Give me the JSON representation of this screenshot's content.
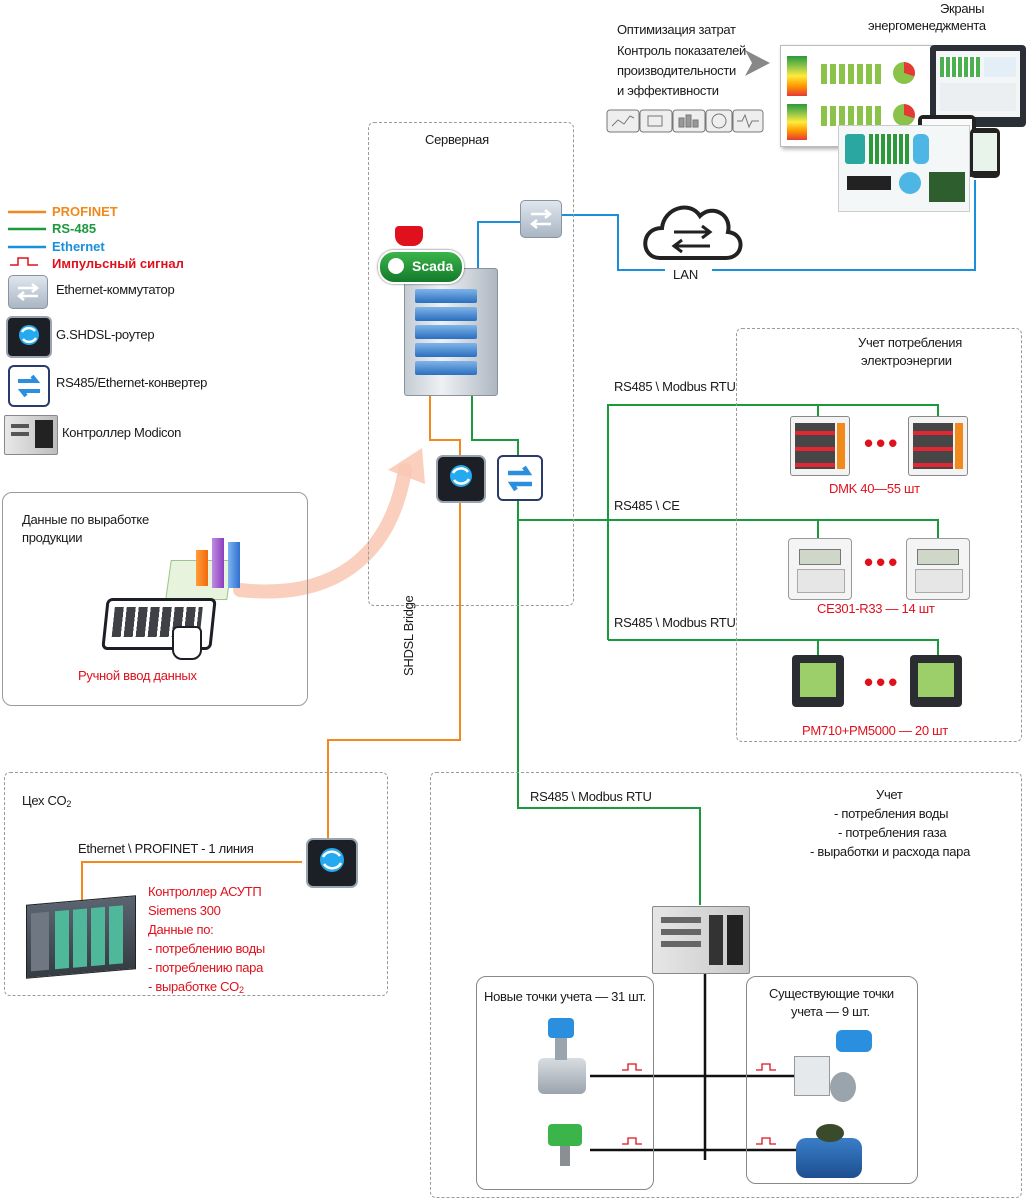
{
  "legend": {
    "profinet": "PROFINET",
    "rs485": "RS-485",
    "ethernet": "Ethernet",
    "pulse": "Импульсный сигнал",
    "ethernet_switch": "Ethernet-коммутатор",
    "shdsl_router": "G.SHDSL-роутер",
    "converter": "RS485/Ethernet-конвертер",
    "modicon": "Контроллер Modicon"
  },
  "top": {
    "optimization_text": [
      "Оптимизация затрат",
      "Контроль показателей",
      "производительности",
      "и эффективности"
    ],
    "screens_title": [
      "Экраны",
      "энергоменеджмента"
    ],
    "lan": "LAN"
  },
  "server": {
    "title": "Серверная",
    "scada": "Scada"
  },
  "production": {
    "title": [
      "Данные по выработке",
      "продукции"
    ],
    "manual": "Ручной ввод данных"
  },
  "electricity": {
    "title": [
      "Учет потребления",
      "электроэнергии"
    ],
    "bus1": "RS485 \\ Modbus RTU",
    "bus2": "RS485 \\ CE",
    "bus3": "RS485 \\ Modbus RTU",
    "meter1": "DMK 40—55 шт",
    "meter2": "CE301-R33 — 14 шт",
    "meter3": "PM710+PM5000 — 20 шт"
  },
  "shdsl_bridge": "SHDSL Bridge",
  "workshop": {
    "title": "Цех CO",
    "title_sub": "2",
    "line": "Ethernet \\ PROFINET - 1 линия",
    "controller": [
      "Контроллер АСУТП",
      "Siemens 300",
      "Данные по:",
      "- потреблению воды",
      "- потреблению пара",
      "- выработке CO"
    ],
    "controller_sub": "2"
  },
  "accounting": {
    "bus": "RS485 \\ Modbus RTU",
    "title": [
      "Учет",
      "- потребления воды",
      "- потребления газа",
      "- выработки и расхода пара"
    ],
    "new_points": "Новые точки учета — 31 шт.",
    "existing_points": [
      "Существующие точки",
      "учета — 9 шт."
    ]
  },
  "colors": {
    "profinet": "#f08a1c",
    "rs485": "#1a9a3c",
    "ethernet": "#1a8fdc",
    "pulse": "#e0101c"
  }
}
